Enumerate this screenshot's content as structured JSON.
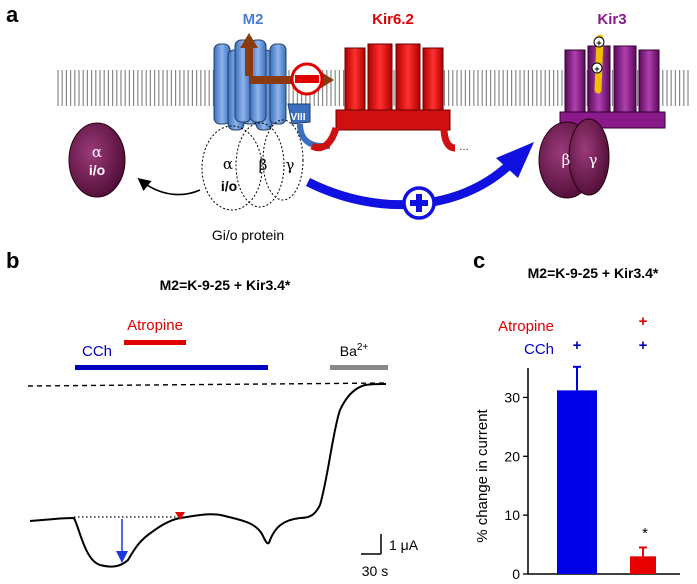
{
  "panel_a": {
    "letter": "a",
    "m2_label": "M2",
    "kir62_label": "Kir6.2",
    "kir3_label": "Kir3",
    "helix8_label": "VIII",
    "alpha_free_symbol": "α",
    "alpha_free_sub": "i/o",
    "g_alpha_symbol": "α",
    "g_alpha_sub": "i/o",
    "g_beta": "β",
    "g_gamma": "γ",
    "kir3_beta": "β",
    "kir3_gamma": "γ",
    "gprotein_caption": "Gi/o protein",
    "inhibit_sign": "−",
    "activate_sign": "+",
    "colors": {
      "m2": "#5b8fd4",
      "kir62": "#e02020",
      "kir3": "#8a1a8a",
      "arrow_brown": "#8b3a10",
      "arrow_blue": "#1010e0",
      "gbg": "#6b1a50"
    }
  },
  "panel_b": {
    "letter": "b",
    "title": "M2=K-9-25 + Kir3.4*",
    "bar_atropine": "Atropine",
    "bar_cch": "CCh",
    "bar_ba": "Ba",
    "bar_ba_sup": "2+",
    "scale_current": "1 μA",
    "scale_time": "30 s",
    "colors": {
      "atropine": "#e00000",
      "cch": "#0000c0",
      "ba": "#888888"
    }
  },
  "panel_c": {
    "letter": "c",
    "title": "M2=K-9-25 + Kir3.4*",
    "row_atropine": "Atropine",
    "row_cch": "CCh",
    "plus": "+",
    "ylabel": "% change in current",
    "significance": "*",
    "colors": {
      "bar1": "#0000e6",
      "bar2": "#e60000"
    }
  },
  "chart_data": {
    "type": "bar",
    "categories": [
      "CCh",
      "CCh + Atropine"
    ],
    "values": [
      31.2,
      3.0
    ],
    "errors": [
      4.0,
      1.5
    ],
    "ylabel": "% change in current",
    "ylim": [
      0,
      35
    ],
    "yticks": [
      0,
      10,
      20,
      30
    ]
  }
}
